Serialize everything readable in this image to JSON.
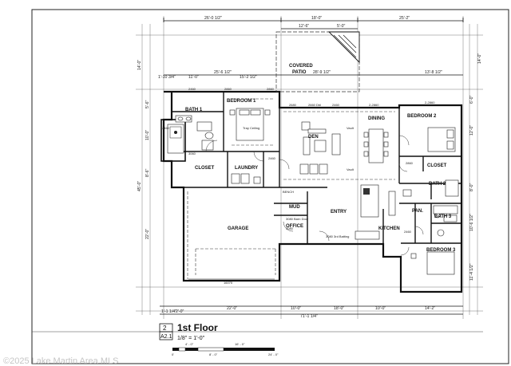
{
  "sheet": {
    "number": "2",
    "sheet_ref": "A2.1",
    "title": "1st Floor",
    "scale": "1/8\" = 1'-0\"",
    "scale_bar_top": [
      "4' - 0\"",
      "16' - 0\""
    ],
    "scale_bar_bottom": [
      "0'",
      "8' - 0\"",
      "24' - 0\""
    ]
  },
  "watermark": "©2025 Lake Martin Area MLS",
  "rooms": {
    "covered_patio": [
      "COVERED",
      "PATIO"
    ],
    "bedroom_1": "BEDROOM 1",
    "bath_1": "BATH 1",
    "tray_ceiling": "Tray Ceiling",
    "closet_main": "CLOSET",
    "laundry": "LAUNDRY",
    "den": "DEN",
    "dining": "DINING",
    "bedroom_2": "BEDROOM 2",
    "closet_2": "CLOSET",
    "bath_2": "BATH 2",
    "bench": "BENCH",
    "mud": "MUD",
    "entry": "ENTRY",
    "office": "OFFICE",
    "garage": "GARAGE",
    "kitchen": "KITCHEN",
    "pan": "PAN.",
    "bath_3": "BATH 3",
    "bedroom_3": "BEDROOM 3",
    "vault_1": "Vault",
    "vault_2": "Vault",
    "barn_door": "3080 Barn Door",
    "arch_ceiling": "3080 3rd Batting"
  },
  "dimensions": {
    "top_overall": [
      "26'-0 1/2\"",
      "18'-0\"",
      "25'-2\""
    ],
    "top_second": [
      "12'-6\"",
      "5'-0\""
    ],
    "top_third": [
      "25'-6 1/2\"",
      "28'-9 1/2\"",
      "13'-8 1/2\""
    ],
    "left_top": [
      "1'-10 3/4\"",
      "11'-0\"",
      "15'-2 1/2\""
    ],
    "bottom": [
      "1'-1 1/4\"",
      "2'-0\"",
      "22'-0\"",
      "10'-0\"",
      "18'-0\"",
      "10'-0\"",
      "14'-2\""
    ],
    "bottom_overall": "71'-1 1/4\"",
    "left_vertical": [
      "14'-0\"",
      "5'-6\"",
      "10'-0\"",
      "45'-0\"",
      "22'-0\"",
      "8'-6\""
    ],
    "right_vertical": [
      "14'-0\"",
      "6'-0\"",
      "12'-0\"",
      "8'-0\"",
      "10'-6 1/2\"",
      "11'-4 1/2\""
    ],
    "window_codes": [
      "2460",
      "2860",
      "2860",
      "2680",
      "2660 Dbl",
      "2460",
      "2-2860",
      "2-2860",
      "2460",
      "3060",
      "2460",
      "2860",
      "16070",
      "3080",
      "2460"
    ]
  }
}
